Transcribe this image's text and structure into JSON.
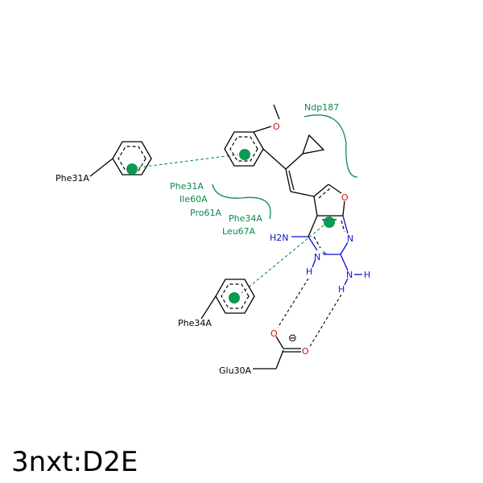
{
  "title": "3nxt:D2E",
  "residues": {
    "phe31a_left": "Phe31A",
    "phe34a_bottom": "Phe34A",
    "glu30a": "Glu30A",
    "ndp187": "Ndp187",
    "phe31a_group": "Phe31A",
    "ile60a": "Ile60A",
    "pro61a": "Pro61A",
    "phe34a_group": "Phe34A",
    "leu67a": "Leu67A"
  },
  "atoms": {
    "methoxy_o": "O",
    "furan_o": "O",
    "ring_n": "N",
    "ring_n_plus": "N",
    "plus": "+",
    "amine_h2n": "H2N",
    "nh_n": "N",
    "nh_h": "H",
    "h_on_nplus": "H",
    "h_on_nh": "H",
    "carboxylate_o1": "O",
    "carboxylate_o2": "O",
    "minus": "⊖"
  },
  "colors": {
    "hydrophobic_green": "#0a8a4a",
    "pi_center": "#0a9a50",
    "nitrogen": "#1010c8",
    "oxygen": "#d01010",
    "bond": "#000000"
  }
}
